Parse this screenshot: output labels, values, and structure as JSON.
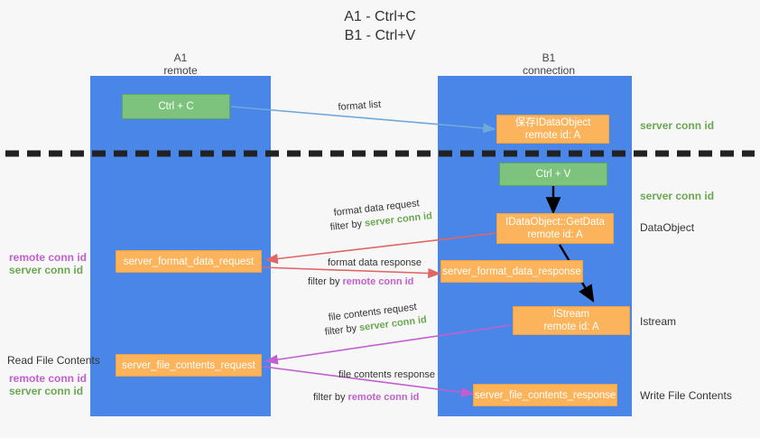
{
  "title": {
    "line1": "A1 - Ctrl+C",
    "line2": "B1 - Ctrl+V"
  },
  "columns": [
    {
      "name": "A1",
      "role": "remote"
    },
    {
      "name": "B1",
      "role": "connection"
    }
  ],
  "colors": {
    "lane": "#4a86e8",
    "green_box": "#7dc37d",
    "orange_box": "#fbb45c",
    "server_conn_id": "#6aa84f",
    "remote_conn_id": "#c25fce",
    "arrow_blue": "#6fa8dc",
    "arrow_red": "#e06666",
    "arrow_magenta": "#c25fce",
    "arrow_black": "#000000",
    "background": "#f7f7f7"
  },
  "boxes": {
    "ctrl_c": {
      "label": "Ctrl + C",
      "style": "green"
    },
    "ctrl_v": {
      "label": "Ctrl + V",
      "style": "green"
    },
    "save_idataobject": {
      "line1": "保存IDataObject",
      "line2": "remote id: A",
      "style": "orange"
    },
    "getdata": {
      "line1": "IDataObject::GetData",
      "line2": "remote id: A",
      "style": "orange"
    },
    "istream": {
      "line1": "IStream",
      "line2": "remote id: A",
      "style": "orange"
    },
    "format_data_request": {
      "label": "server_format_data_request",
      "style": "orange"
    },
    "format_data_response": {
      "label": "server_format_data_response",
      "style": "orange"
    },
    "file_contents_request": {
      "label": "server_file_contents_request",
      "style": "orange"
    },
    "file_contents_response": {
      "label": "server_file_contents_response",
      "style": "orange"
    }
  },
  "right_labels": {
    "server_conn_id_top": "server conn id",
    "server_conn_id_mid": "server conn id",
    "dataobject": "DataObject",
    "istream": "Istream",
    "write_file_contents": "Write File Contents"
  },
  "left_labels": {
    "remote_conn_id_mid": "remote conn id",
    "server_conn_id_mid": "server conn id",
    "read_file_contents": "Read File Contents",
    "remote_conn_id_bottom": "remote conn id",
    "server_conn_id_bottom": "server conn id"
  },
  "captions": {
    "format_list": "format list",
    "format_data_request": "format data request",
    "filter_by": "filter by",
    "server_conn_id": "server conn id",
    "format_data_response": "format data response",
    "remote_conn_id": "remote conn id",
    "file_contents_request": "file contents request",
    "file_contents_response": "file contents response"
  }
}
